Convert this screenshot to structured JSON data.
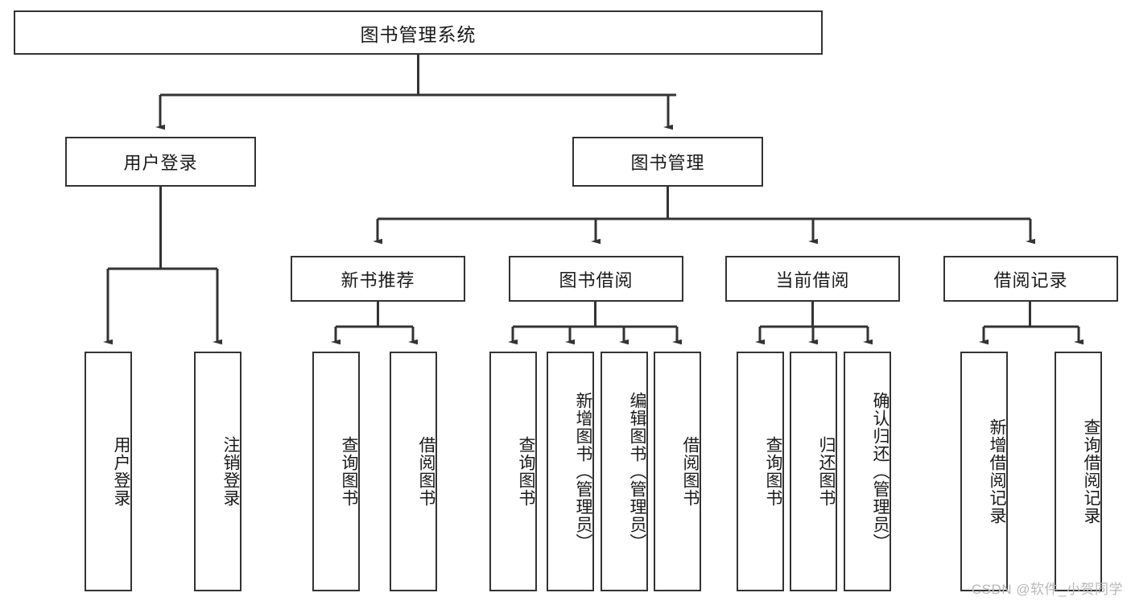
{
  "diagram": {
    "type": "tree-hierarchy",
    "title": "图书管理系统",
    "watermark": "CSDN @软件_小贺同学",
    "colors": {
      "box_border": "#333333",
      "box_fill": "#ffffff",
      "connector": "#333333",
      "text": "#1a1a1a",
      "watermark": "#b8b8b8"
    },
    "levels": {
      "root": {
        "label": "图书管理系统"
      },
      "level2": [
        {
          "label": "用户登录"
        },
        {
          "label": "图书管理"
        }
      ],
      "level3": [
        {
          "label": "新书推荐"
        },
        {
          "label": "图书借阅"
        },
        {
          "label": "当前借阅"
        },
        {
          "label": "借阅记录"
        }
      ],
      "leaves": {
        "user_login": [
          {
            "label": "用户登录"
          },
          {
            "label": "注销登录"
          }
        ],
        "new_book": [
          {
            "label": "查询图书"
          },
          {
            "label": "借阅图书"
          }
        ],
        "book_borrow": [
          {
            "label": "查询图书"
          },
          {
            "label": "新增图书（管理员）"
          },
          {
            "label": "编辑图书（管理员）"
          },
          {
            "label": "借阅图书"
          }
        ],
        "current_borrow": [
          {
            "label": "查询图书"
          },
          {
            "label": "归还图书"
          },
          {
            "label": "确认归还（管理员）"
          }
        ],
        "borrow_record": [
          {
            "label": "新增借阅记录"
          },
          {
            "label": "查询借阅记录"
          }
        ]
      }
    }
  }
}
